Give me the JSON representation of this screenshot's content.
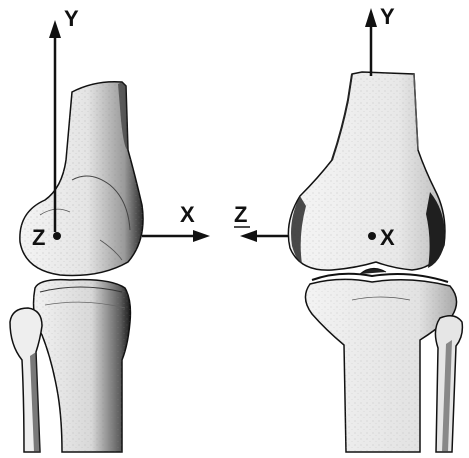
{
  "figure": {
    "description_free": true,
    "views": [
      {
        "name": "lateral-view",
        "axes": [
          {
            "id": "y",
            "label": "Y"
          },
          {
            "id": "x",
            "label": "X"
          },
          {
            "id": "z",
            "label": "Z"
          }
        ]
      },
      {
        "name": "anterior-view",
        "axes": [
          {
            "id": "y",
            "label": "Y"
          },
          {
            "id": "z",
            "label": "Z"
          },
          {
            "id": "x",
            "label": "X"
          }
        ]
      }
    ]
  },
  "colors": {
    "bone_fill": "#f1f1f1",
    "bone_shade": "#8a8a8a",
    "bone_dark": "#1b1b1b",
    "outline": "#111111",
    "axis": "#111111",
    "background": "#ffffff"
  }
}
